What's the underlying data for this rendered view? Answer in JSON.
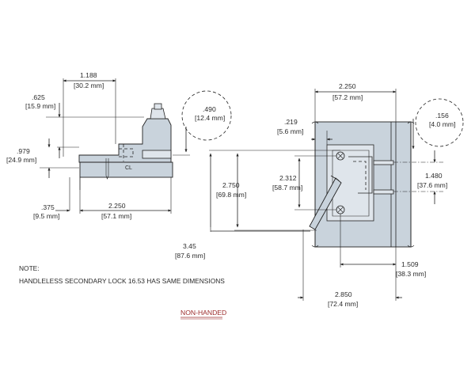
{
  "dimensions": {
    "d1188": {
      "inch": "1.188",
      "mm": "[30.2 mm]"
    },
    "d625": {
      "inch": ".625",
      "mm": "[15.9 mm]"
    },
    "d490": {
      "inch": ".490",
      "mm": "[12.4 mm]"
    },
    "d979": {
      "inch": ".979",
      "mm": "[24.9 mm]"
    },
    "d375": {
      "inch": ".375",
      "mm": "[9.5 mm]"
    },
    "d2250_side": {
      "inch": "2.250",
      "mm": "[57.1 mm]"
    },
    "d2250_top": {
      "inch": "2.250",
      "mm": "[57.2 mm]"
    },
    "d219": {
      "inch": ".219",
      "mm": "[5.6 mm]"
    },
    "d156": {
      "inch": ".156",
      "mm": "[4.0 mm]"
    },
    "d2750": {
      "inch": "2.750",
      "mm": "[69.8 mm]"
    },
    "d2312": {
      "inch": "2.312",
      "mm": "[58.7 mm]"
    },
    "d1480": {
      "inch": "1.480",
      "mm": "[37.6 mm]"
    },
    "d345": {
      "inch": "3.45",
      "mm": "[87.6 mm]"
    },
    "d1509": {
      "inch": "1.509",
      "mm": "[38.3 mm]"
    },
    "d2850": {
      "inch": "2.850",
      "mm": "[72.4 mm]"
    }
  },
  "note": {
    "heading": "NOTE:",
    "text": "HANDLELESS SECONDARY LOCK 16.53 HAS SAME DIMENSIONS"
  },
  "tag": "NON-HANDED",
  "colors": {
    "part_fill": "#c9d3dc",
    "tag": "#9c2b2b"
  }
}
